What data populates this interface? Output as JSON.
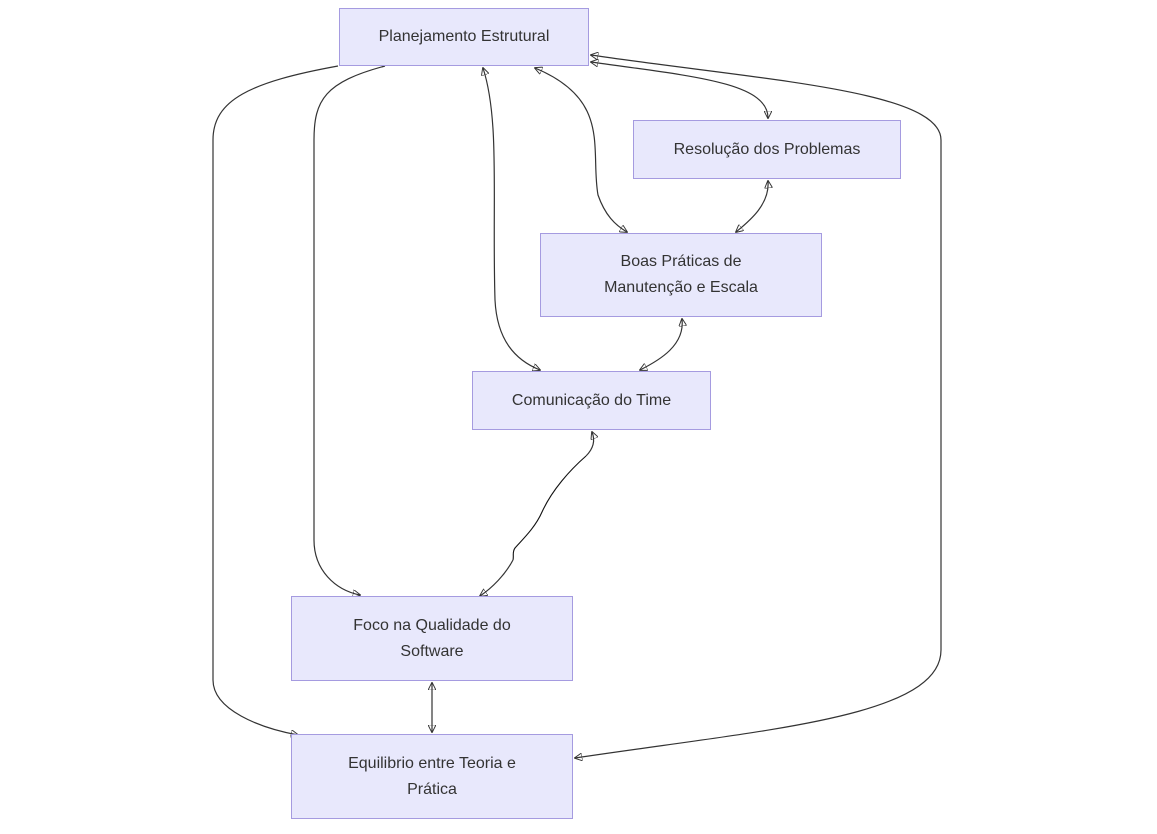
{
  "diagram": {
    "nodes": {
      "planejamento": "Planejamento Estrutural",
      "resolucao": "Resolução dos Problemas",
      "boas_praticas": "Boas Práticas de Manutenção e Escala",
      "comunicacao": "Comunicação do Time",
      "foco_qualidade": "Foco na Qualidade do Software",
      "equilibrio": "Equilibrio entre Teoria e Prática"
    },
    "edges": [
      {
        "from": "Planejamento Estrutural",
        "to": "Resolução dos Problemas",
        "direction": "both"
      },
      {
        "from": "Planejamento Estrutural",
        "to": "Boas Práticas de Manutenção e Escala",
        "direction": "both"
      },
      {
        "from": "Planejamento Estrutural",
        "to": "Comunicação do Time",
        "direction": "both"
      },
      {
        "from": "Planejamento Estrutural",
        "to": "Foco na Qualidade do Software",
        "direction": "forward"
      },
      {
        "from": "Planejamento Estrutural",
        "to": "Equilibrio entre Teoria e Prática",
        "direction": "forward"
      },
      {
        "from": "Equilibrio entre Teoria e Prática",
        "to": "Planejamento Estrutural",
        "direction": "both"
      },
      {
        "from": "Resolução dos Problemas",
        "to": "Boas Práticas de Manutenção e Escala",
        "direction": "both"
      },
      {
        "from": "Boas Práticas de Manutenção e Escala",
        "to": "Comunicação do Time",
        "direction": "both"
      },
      {
        "from": "Comunicação do Time",
        "to": "Foco na Qualidade do Software",
        "direction": "both"
      },
      {
        "from": "Foco na Qualidade do Software",
        "to": "Equilibrio entre Teoria e Prática",
        "direction": "both"
      }
    ],
    "colors": {
      "node_fill": "#e8e8fc",
      "node_border": "#a59be0",
      "text": "#333333",
      "edge": "#333333"
    }
  }
}
